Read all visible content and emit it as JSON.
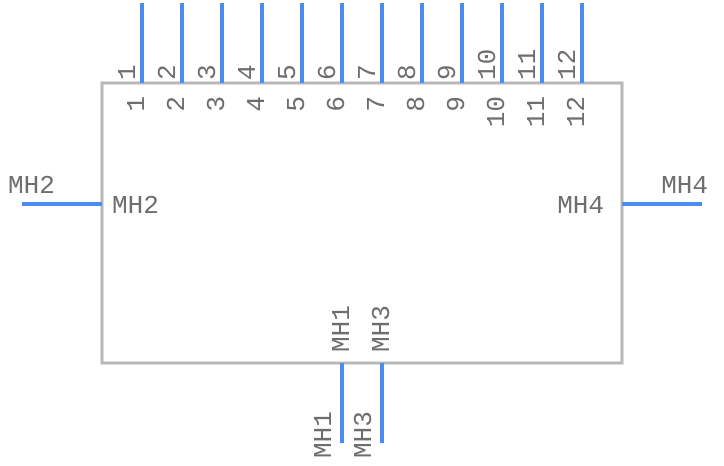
{
  "component": {
    "body_stroke": "#b8b8b8",
    "pin_color": "#4a8cf0",
    "text_color": "#6e6e6e",
    "top_pins": [
      {
        "number": "1",
        "name": "1"
      },
      {
        "number": "2",
        "name": "2"
      },
      {
        "number": "3",
        "name": "3"
      },
      {
        "number": "4",
        "name": "4"
      },
      {
        "number": "5",
        "name": "5"
      },
      {
        "number": "6",
        "name": "6"
      },
      {
        "number": "7",
        "name": "7"
      },
      {
        "number": "8",
        "name": "8"
      },
      {
        "number": "9",
        "name": "9"
      },
      {
        "number": "10",
        "name": "10"
      },
      {
        "number": "11",
        "name": "11"
      },
      {
        "number": "12",
        "name": "12"
      }
    ],
    "left_pin": {
      "number": "MH2",
      "name": "MH2"
    },
    "right_pin": {
      "number": "MH4",
      "name": "MH4"
    },
    "bottom_pins": [
      {
        "number": "MH1",
        "name": "MH1"
      },
      {
        "number": "MH3",
        "name": "MH3"
      }
    ]
  }
}
